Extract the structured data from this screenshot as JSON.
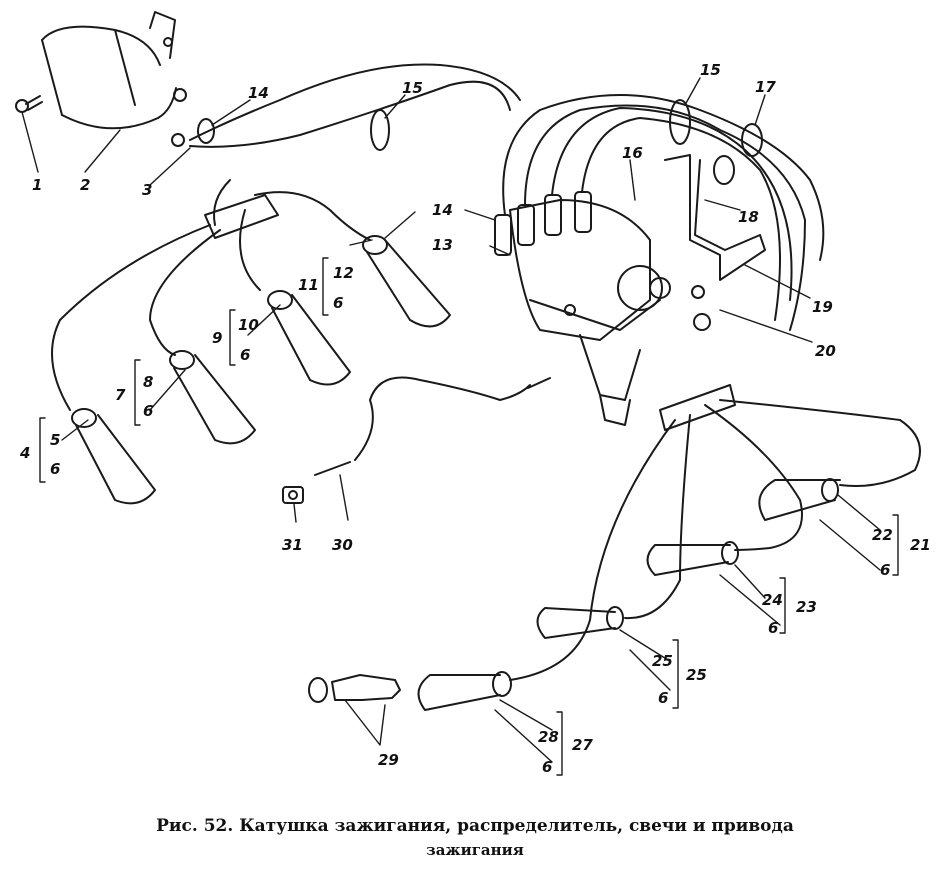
{
  "labels": {
    "l1": "1",
    "l2": "2",
    "l3": "3",
    "l4": "4",
    "l5": "5",
    "l6a": "6",
    "l7": "7",
    "l8": "8",
    "l6b": "6",
    "l9": "9",
    "l10": "10",
    "l6c": "6",
    "l11": "11",
    "l12": "12",
    "l6d": "6",
    "l13": "13",
    "l14a": "14",
    "l14b": "14",
    "l15a": "15",
    "l15b": "15",
    "l16": "16",
    "l17": "17",
    "l18": "18",
    "l19": "19",
    "l20": "20",
    "l21": "21",
    "l22": "22",
    "l6e": "6",
    "l23": "23",
    "l24": "24",
    "l6f": "6",
    "l25a": "25",
    "l25b": "25",
    "l6g": "6",
    "l27": "27",
    "l28": "28",
    "l6h": "6",
    "l29": "29",
    "l30": "30",
    "l31": "31"
  },
  "caption": {
    "line1": "Рис. 52. Катушка зажигания, распределитель, свечи и привода",
    "line2": "зажигания"
  }
}
